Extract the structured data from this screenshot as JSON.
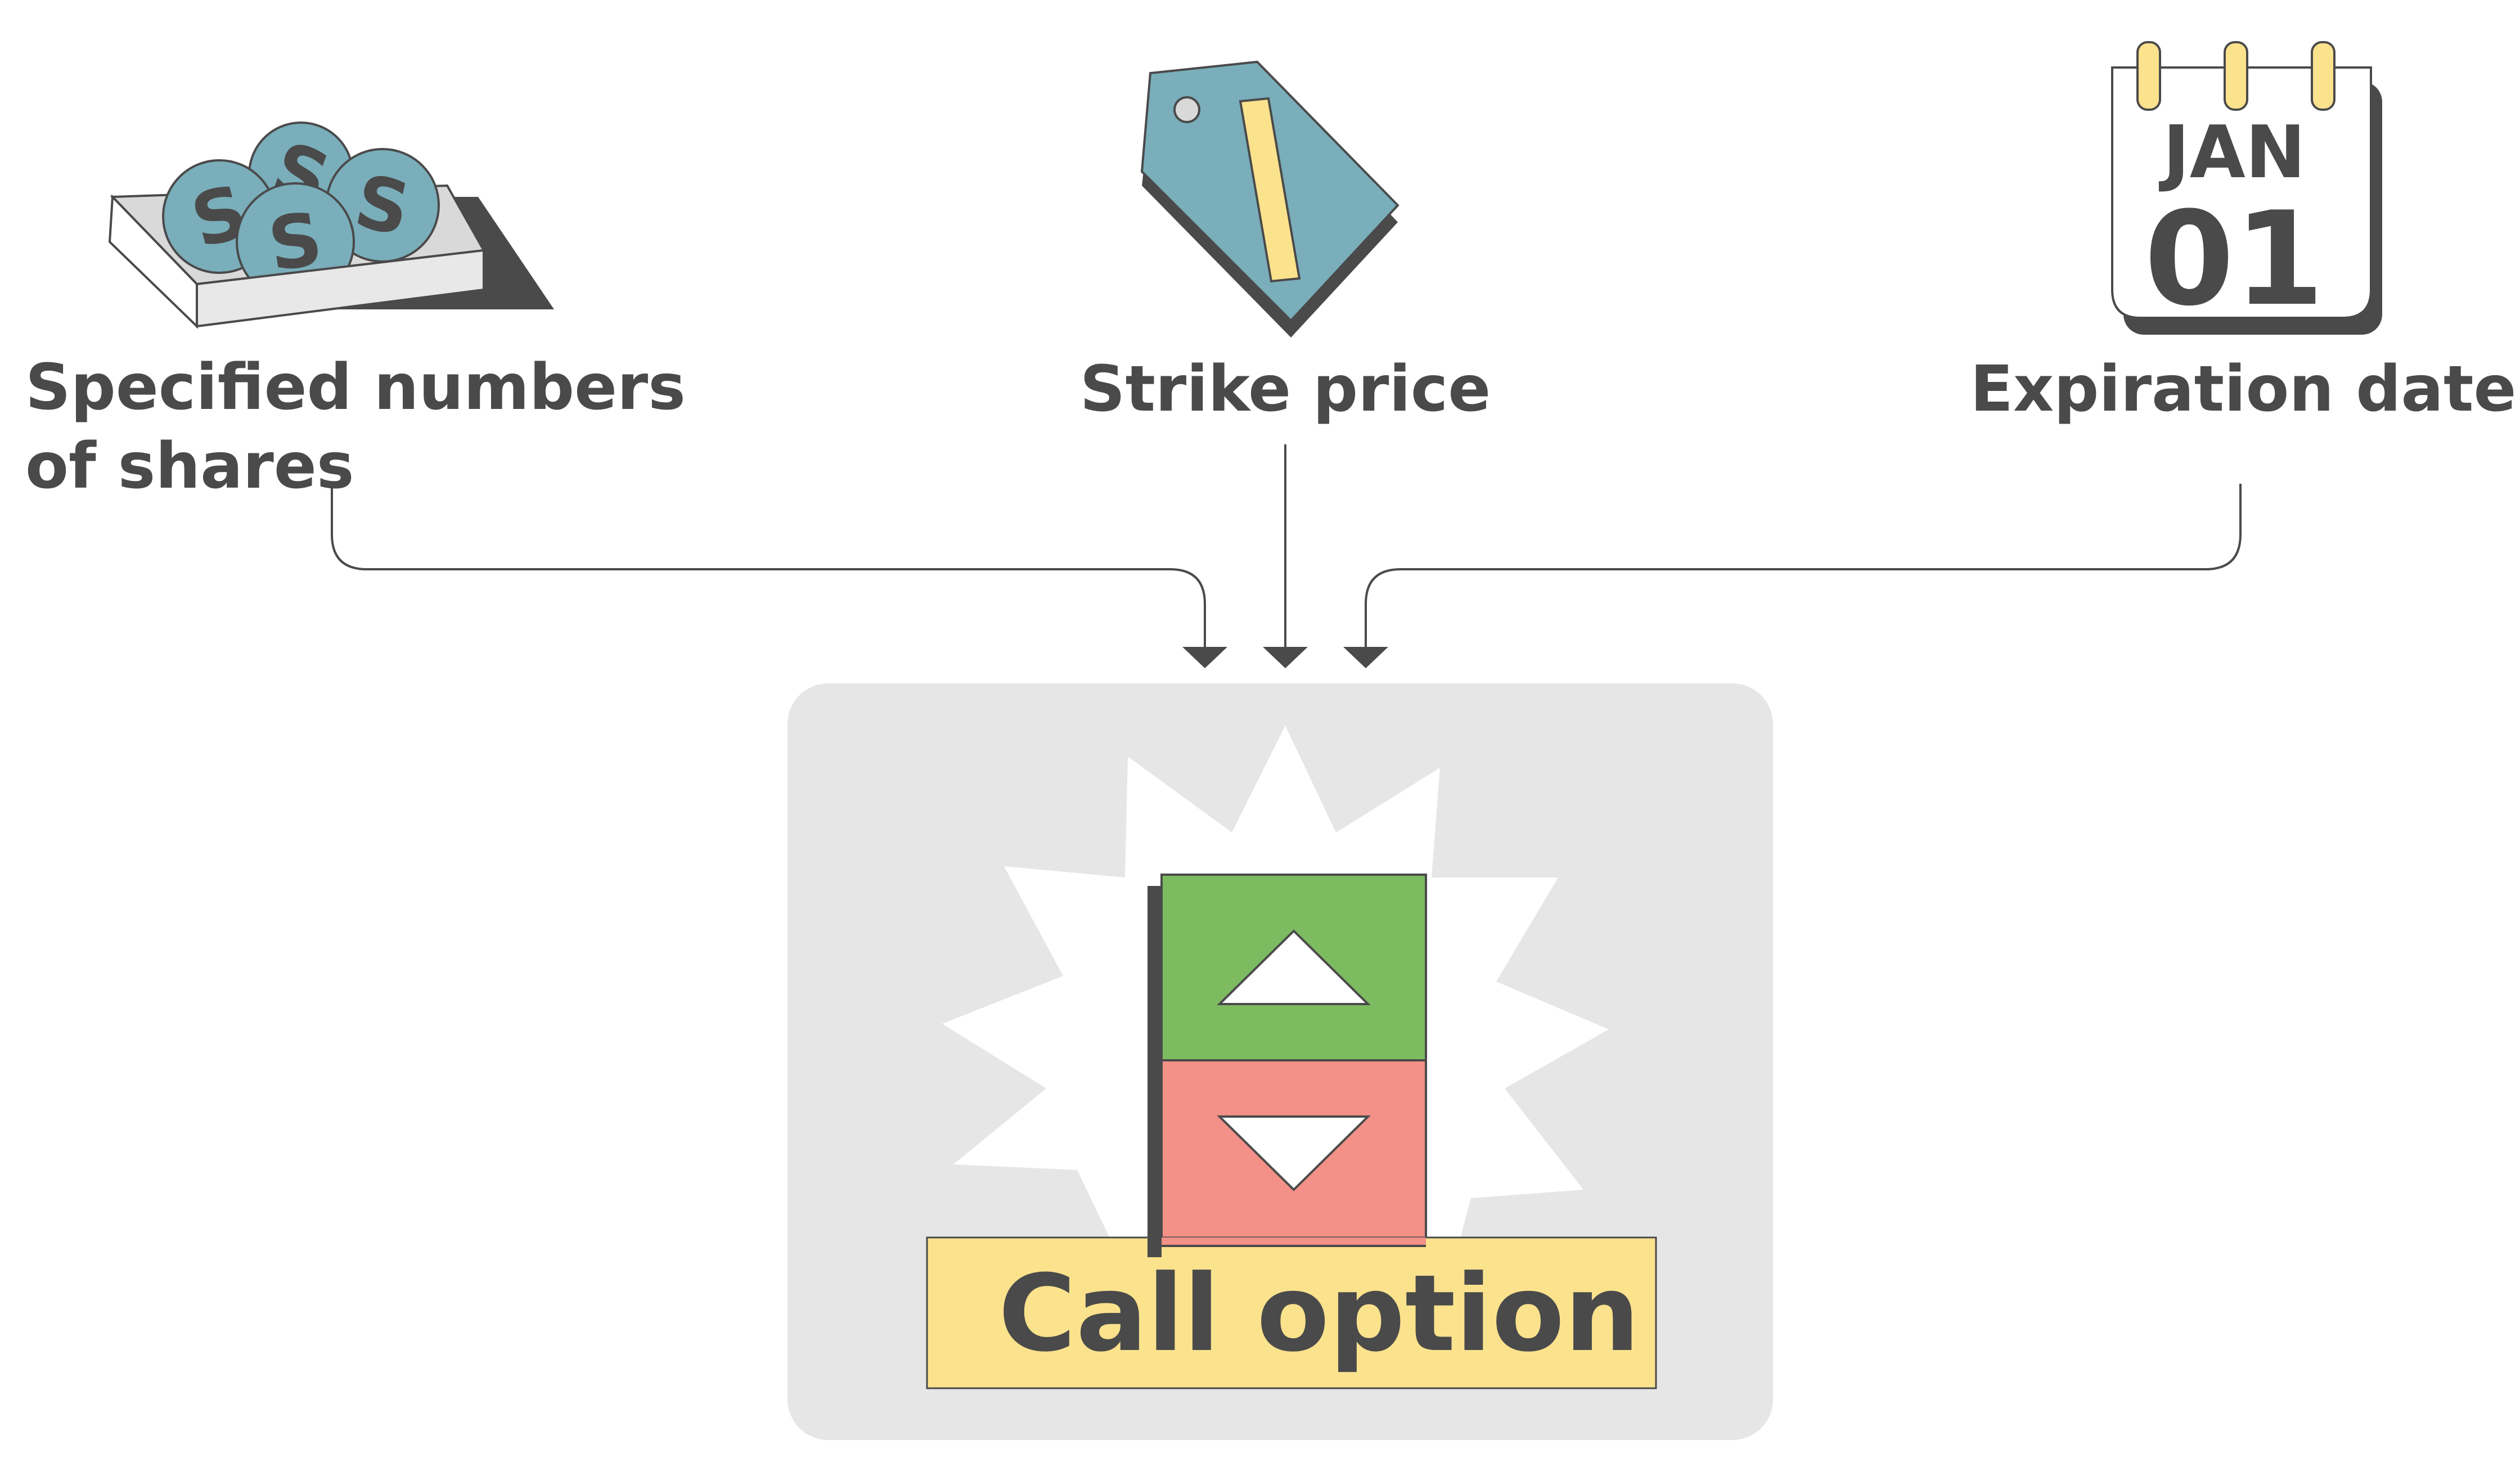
{
  "inputs": {
    "shares": {
      "line1": "Specified numbers",
      "line2": "of shares",
      "icon": "coins-in-box-icon"
    },
    "strike": {
      "label": "Strike price",
      "icon": "price-tag-icon"
    },
    "expiration": {
      "label": "Expiration date",
      "icon": "calendar-icon",
      "month": "JAN",
      "day": "01"
    }
  },
  "result": {
    "label": "Call option",
    "icon": "up-down-price-icon"
  },
  "coin_symbol": "S",
  "colors": {
    "text": "#4a4a4a",
    "teal": "#7aaebb",
    "yellow": "#fbe28d",
    "green": "#7dbb60",
    "red": "#f39087",
    "panel": "#e6e6e6",
    "shadow": "#4a4a4a"
  }
}
